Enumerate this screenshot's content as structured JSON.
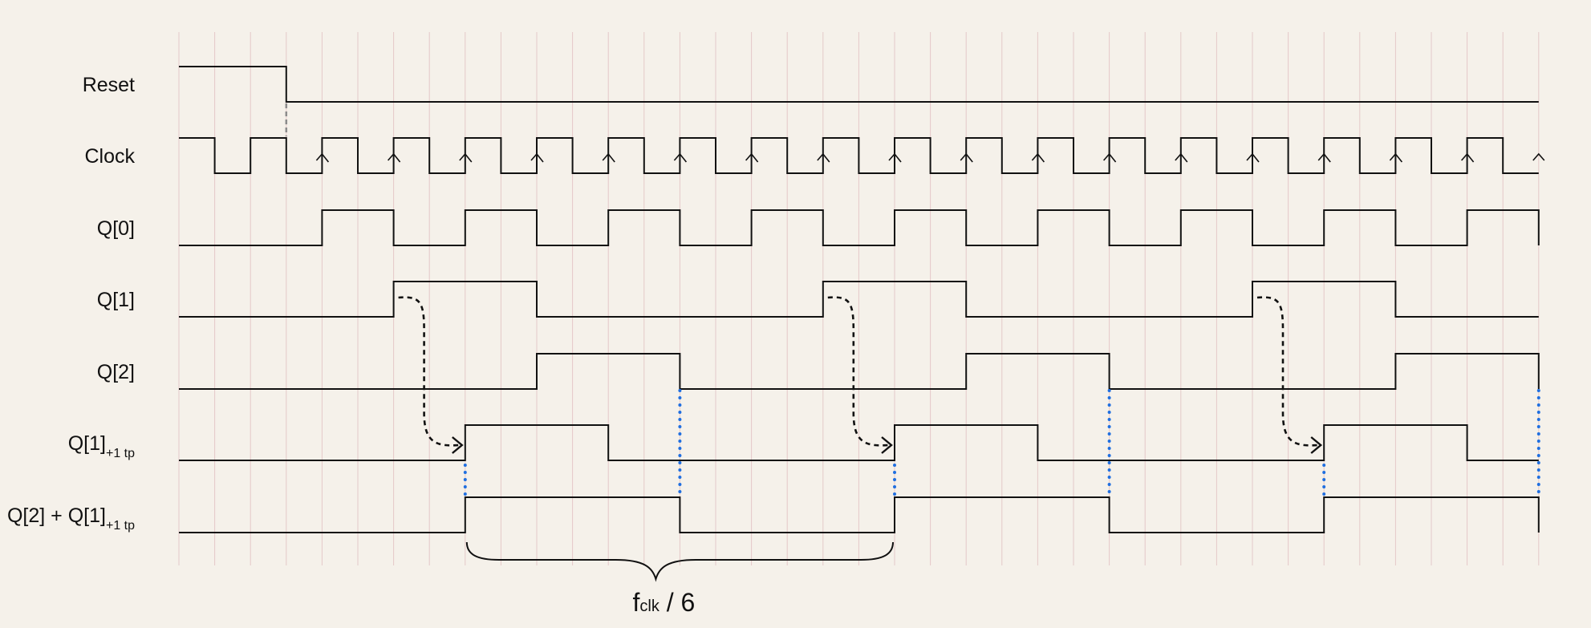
{
  "colors": {
    "background": "#f5f1ea",
    "grid": "#e4c9c9",
    "waveform": "#111111",
    "reset_dash": "#8c8c8c",
    "propagation_arrow": "#111111",
    "alignment_dots": "#1f6fe0"
  },
  "timing": {
    "half_periods": 38,
    "reset_release_at": 3,
    "rising_edge_marker": "caret"
  },
  "signals": [
    {
      "id": "reset",
      "label": "Reset",
      "subscript": "",
      "levels": [
        1,
        1,
        1,
        0,
        0,
        0,
        0,
        0,
        0,
        0,
        0,
        0,
        0,
        0,
        0,
        0,
        0,
        0,
        0,
        0,
        0,
        0,
        0,
        0,
        0,
        0,
        0,
        0,
        0,
        0,
        0,
        0,
        0,
        0,
        0,
        0,
        0,
        0
      ]
    },
    {
      "id": "clock",
      "label": "Clock",
      "subscript": "",
      "levels": [
        1,
        0,
        1,
        0,
        1,
        0,
        1,
        0,
        1,
        0,
        1,
        0,
        1,
        0,
        1,
        0,
        1,
        0,
        1,
        0,
        1,
        0,
        1,
        0,
        1,
        0,
        1,
        0,
        1,
        0,
        1,
        0,
        1,
        0,
        1,
        0,
        1,
        0
      ]
    },
    {
      "id": "q0",
      "label": "Q[0]",
      "subscript": "",
      "levels": [
        0,
        0,
        0,
        0,
        1,
        1,
        0,
        0,
        1,
        1,
        0,
        0,
        1,
        1,
        0,
        0,
        1,
        1,
        0,
        0,
        1,
        1,
        0,
        0,
        1,
        1,
        0,
        0,
        1,
        1,
        0,
        0,
        1,
        1,
        0,
        0,
        1,
        1
      ]
    },
    {
      "id": "q1",
      "label": "Q[1]",
      "subscript": "",
      "levels": [
        0,
        0,
        0,
        0,
        0,
        0,
        1,
        1,
        1,
        1,
        0,
        0,
        0,
        0,
        0,
        0,
        0,
        0,
        1,
        1,
        1,
        1,
        0,
        0,
        0,
        0,
        0,
        0,
        0,
        0,
        1,
        1,
        1,
        1,
        0,
        0,
        0,
        0
      ]
    },
    {
      "id": "q2",
      "label": "Q[2]",
      "subscript": "",
      "levels": [
        0,
        0,
        0,
        0,
        0,
        0,
        0,
        0,
        0,
        0,
        1,
        1,
        1,
        1,
        0,
        0,
        0,
        0,
        0,
        0,
        0,
        0,
        1,
        1,
        1,
        1,
        0,
        0,
        0,
        0,
        0,
        0,
        0,
        0,
        1,
        1,
        1,
        1
      ]
    },
    {
      "id": "q1d",
      "label": "Q[1]",
      "subscript": "+1 tp",
      "levels": [
        0,
        0,
        0,
        0,
        0,
        0,
        0,
        0,
        1,
        1,
        1,
        1,
        0,
        0,
        0,
        0,
        0,
        0,
        0,
        0,
        1,
        1,
        1,
        1,
        0,
        0,
        0,
        0,
        0,
        0,
        0,
        0,
        1,
        1,
        1,
        1,
        0,
        0
      ]
    },
    {
      "id": "sum",
      "label": "Q[2] + Q[1]",
      "subscript": "+1 tp",
      "levels": [
        0,
        0,
        0,
        0,
        0,
        0,
        0,
        0,
        1,
        1,
        1,
        1,
        1,
        1,
        0,
        0,
        0,
        0,
        0,
        0,
        1,
        1,
        1,
        1,
        1,
        1,
        0,
        0,
        0,
        0,
        0,
        0,
        1,
        1,
        1,
        1,
        1,
        1
      ]
    }
  ],
  "propagation_arrows": [
    {
      "from_signal": 3,
      "to_signal": 5,
      "from_edge": 6,
      "to_edge": 8
    },
    {
      "from_signal": 3,
      "to_signal": 5,
      "from_edge": 18,
      "to_edge": 20
    },
    {
      "from_signal": 3,
      "to_signal": 5,
      "from_edge": 30,
      "to_edge": 32
    }
  ],
  "alignment_markers": [
    {
      "edge": 8,
      "from_signal": 5,
      "to_signal": 6
    },
    {
      "edge": 14,
      "from_signal": 4,
      "to_signal": 6
    },
    {
      "edge": 20,
      "from_signal": 5,
      "to_signal": 6
    },
    {
      "edge": 26,
      "from_signal": 4,
      "to_signal": 6
    },
    {
      "edge": 32,
      "from_signal": 5,
      "to_signal": 6
    },
    {
      "edge": 38,
      "from_signal": 4,
      "to_signal": 6
    }
  ],
  "period_brace": {
    "from_edge": 8,
    "to_edge": 20,
    "label_main": "f",
    "label_sub": "clk",
    "label_tail": " / 6"
  }
}
